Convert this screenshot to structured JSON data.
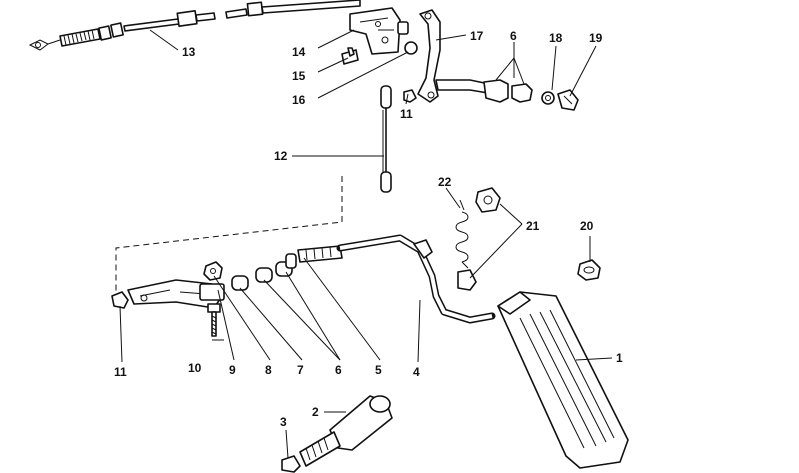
{
  "callouts": [
    {
      "id": "c1",
      "text": "1"
    },
    {
      "id": "c2",
      "text": "2"
    },
    {
      "id": "c3",
      "text": "3"
    },
    {
      "id": "c4",
      "text": "4"
    },
    {
      "id": "c5",
      "text": "5"
    },
    {
      "id": "c6a",
      "text": "6"
    },
    {
      "id": "c6b",
      "text": "6"
    },
    {
      "id": "c7",
      "text": "7"
    },
    {
      "id": "c8",
      "text": "8"
    },
    {
      "id": "c9",
      "text": "9"
    },
    {
      "id": "c10",
      "text": "10"
    },
    {
      "id": "c11a",
      "text": "11"
    },
    {
      "id": "c11b",
      "text": "11"
    },
    {
      "id": "c12",
      "text": "12"
    },
    {
      "id": "c13",
      "text": "13"
    },
    {
      "id": "c14",
      "text": "14"
    },
    {
      "id": "c15",
      "text": "15"
    },
    {
      "id": "c16",
      "text": "16"
    },
    {
      "id": "c17",
      "text": "17"
    },
    {
      "id": "c18",
      "text": "18"
    },
    {
      "id": "c19",
      "text": "19"
    },
    {
      "id": "c20",
      "text": "20"
    },
    {
      "id": "c21",
      "text": "21"
    },
    {
      "id": "c22",
      "text": "22"
    }
  ]
}
